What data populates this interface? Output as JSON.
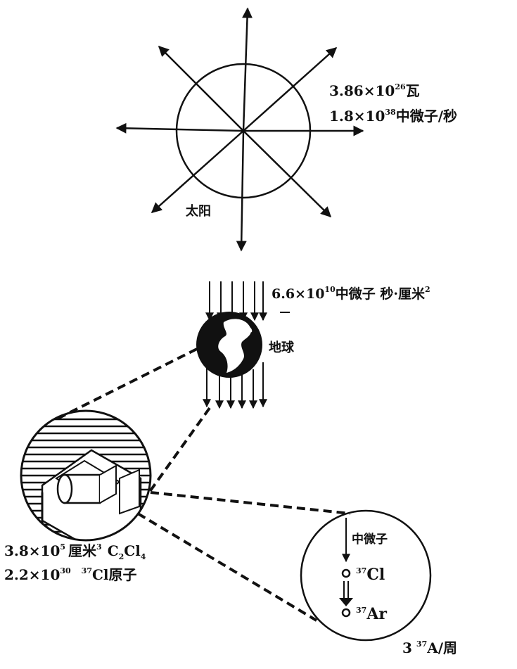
{
  "sun": {
    "label": "太阳",
    "power": {
      "base": "3.86×10",
      "exp": "26",
      "unit": "瓦"
    },
    "neutrino_rate": {
      "base": "1.8×10",
      "exp": "38",
      "unit": "中微子/秒"
    }
  },
  "earth": {
    "label": "地球",
    "flux": {
      "base": "6.6×10",
      "exp": "10",
      "unit": "中微子 秒·厘米",
      "unit_exp": "2"
    }
  },
  "tank": {
    "volume": {
      "base": "3.8×10",
      "exp": "5",
      "unit": "厘米",
      "unit_exp": "3",
      "substance": "C",
      "sub1": "2",
      "substance2": "Cl",
      "sub2": "4"
    },
    "atoms": {
      "base": "2.2×10",
      "exp": "30",
      "mid": " ",
      "iso": "37",
      "element": "Cl",
      "unit": "原子"
    }
  },
  "reaction": {
    "neutrino": "中微子",
    "cl": {
      "iso": "37",
      "element": "Cl"
    },
    "ar": {
      "iso": "37",
      "element": "Ar"
    },
    "rate": {
      "value": "3",
      "iso": "37",
      "unit": "A/周"
    }
  }
}
